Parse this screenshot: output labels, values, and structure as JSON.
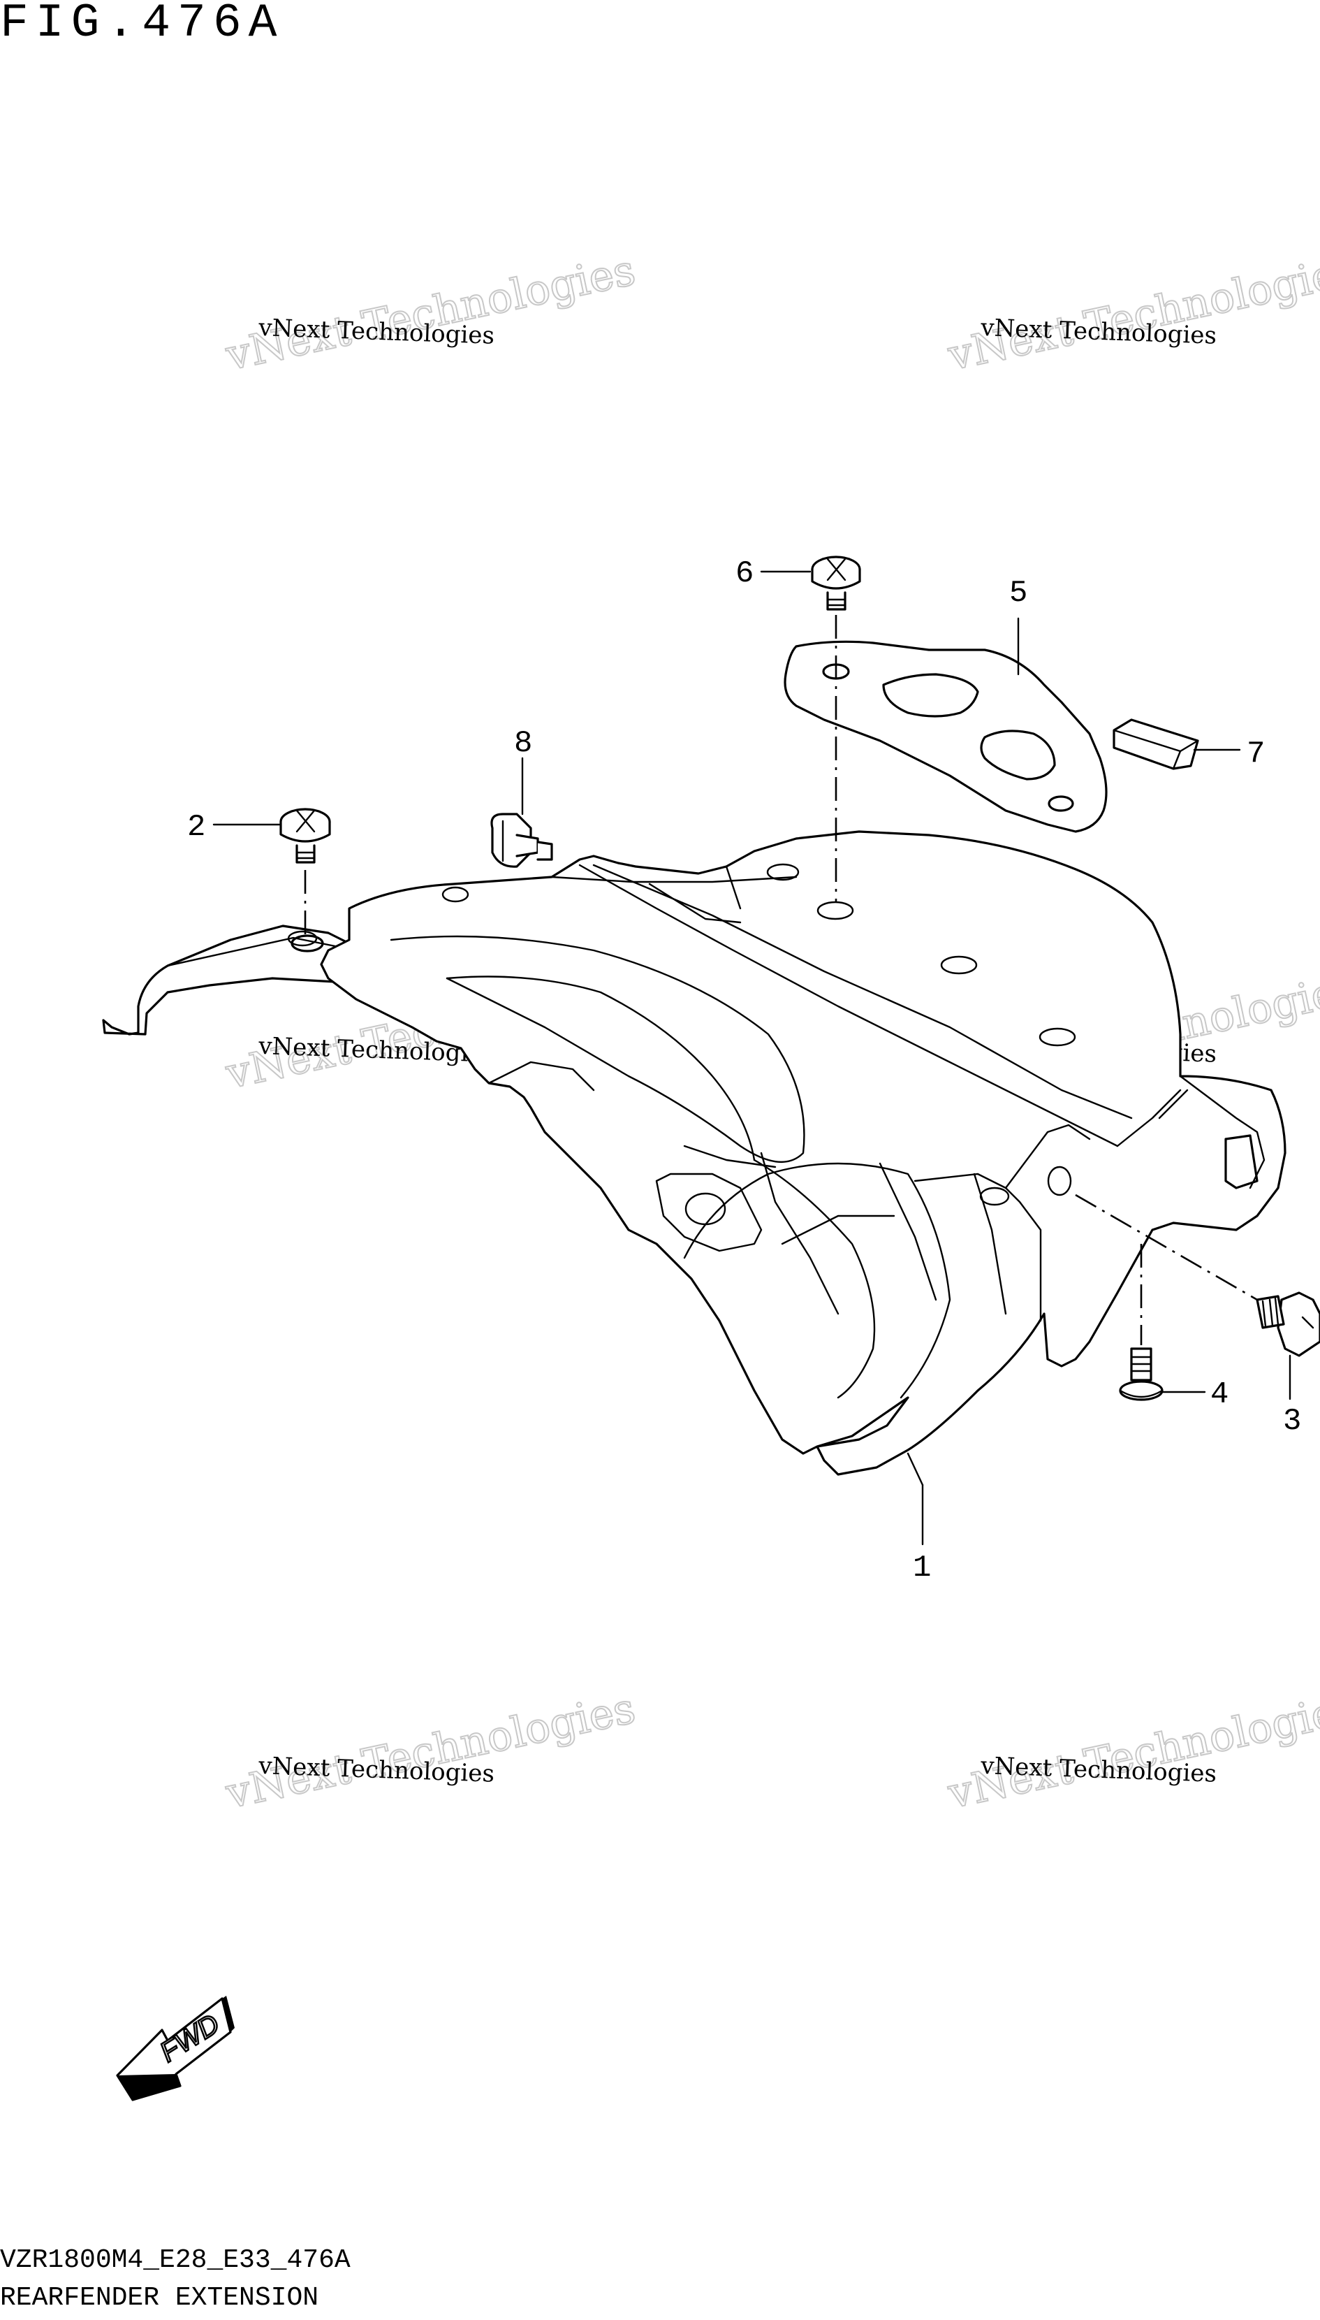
{
  "figure": {
    "title": "FIG.476A",
    "model_code": "VZR1800M4_E28_E33_476A",
    "part_name": "REARFENDER EXTENSION"
  },
  "watermark": {
    "line1": "vNext Technologies",
    "ghost": "vNext Technologies"
  },
  "callouts": [
    {
      "id": "1",
      "label": "1"
    },
    {
      "id": "2",
      "label": "2"
    },
    {
      "id": "3",
      "label": "3"
    },
    {
      "id": "4",
      "label": "4"
    },
    {
      "id": "5",
      "label": "5"
    },
    {
      "id": "6",
      "label": "6"
    },
    {
      "id": "7",
      "label": "7"
    },
    {
      "id": "8",
      "label": "8"
    }
  ],
  "direction_badge": {
    "label": "FWD"
  }
}
